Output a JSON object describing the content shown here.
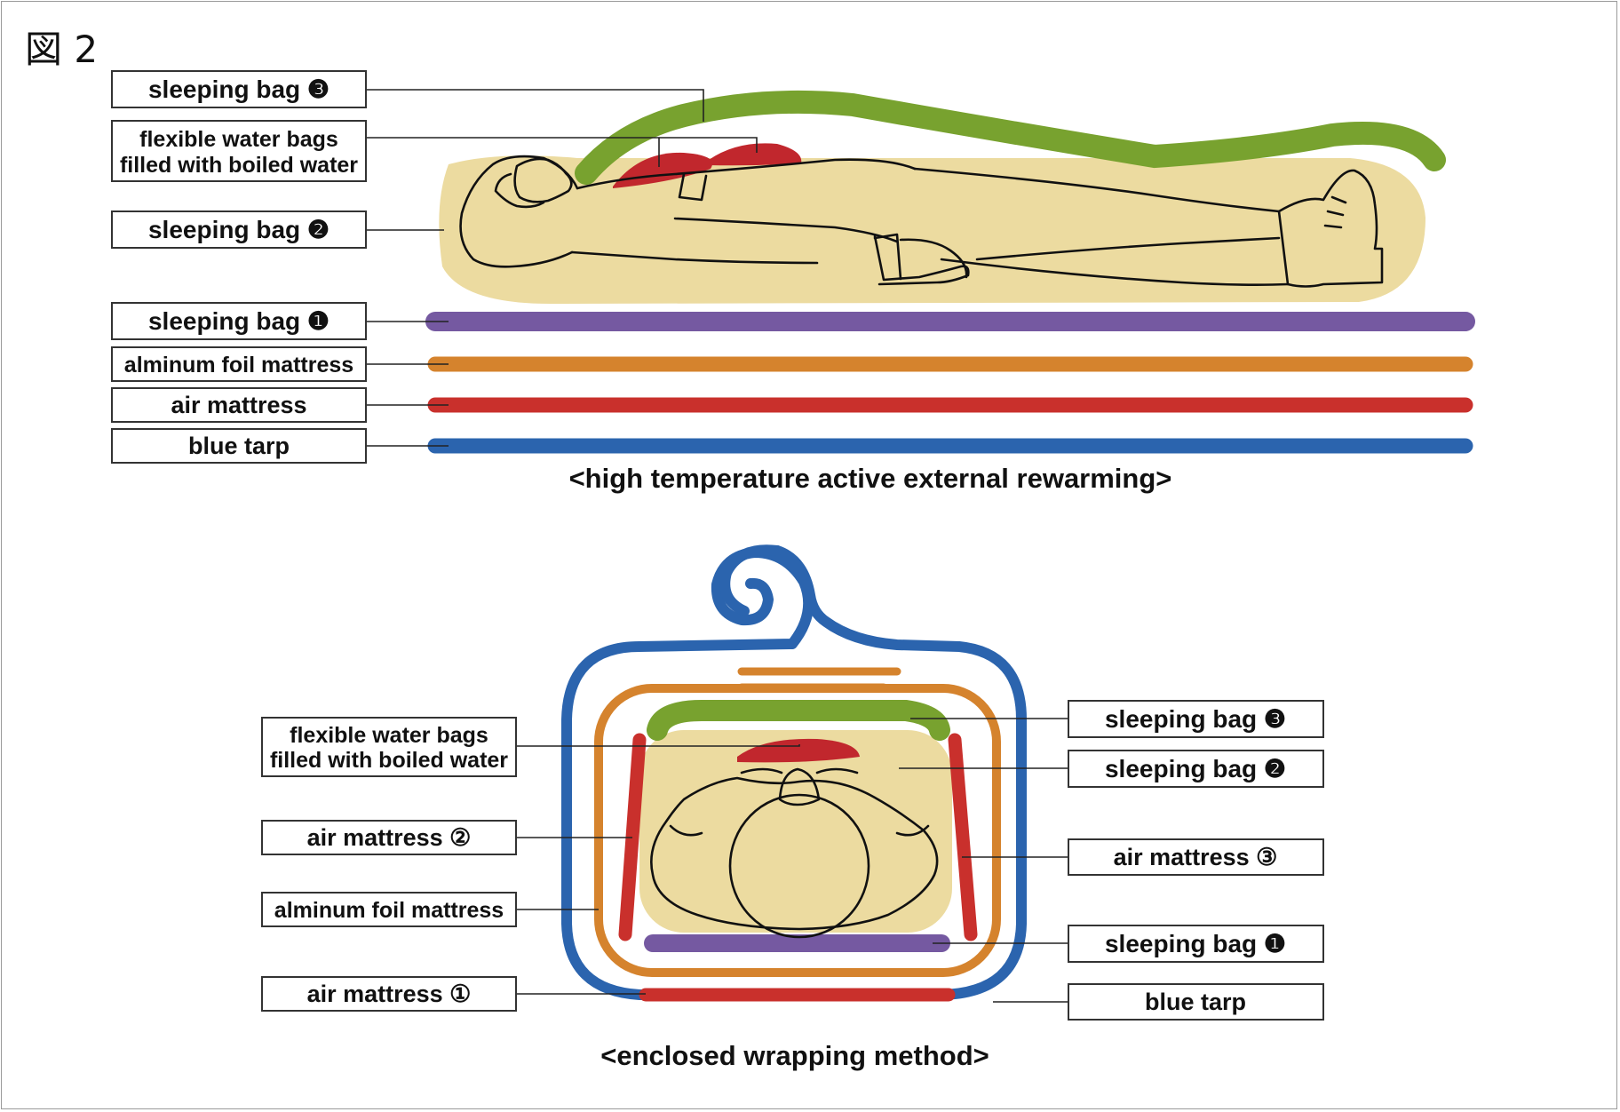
{
  "figure_label": "図 2",
  "colors": {
    "sleeping_bag_3": "#78a22f",
    "water_bags": "#c1272d",
    "sleeping_bag_2": "#ecdba0",
    "sleeping_bag_1": "#7559a1",
    "alminum_foil_mattress": "#d5832d",
    "air_mattress": "#c9302c",
    "blue_tarp": "#2b64ae"
  },
  "top_diagram": {
    "caption": "<high temperature active external rewarming>",
    "labels": {
      "sleeping_bag_3": "sleeping bag ❸",
      "water_bags_line1": "flexible water bags",
      "water_bags_line2": "filled with boiled water",
      "sleeping_bag_2": "sleeping bag ❷",
      "sleeping_bag_1": "sleeping bag ❶",
      "alminum_foil_mattress": "alminum foil mattress",
      "air_mattress": "air mattress",
      "blue_tarp": "blue tarp"
    }
  },
  "bottom_diagram": {
    "caption": "<enclosed wrapping method>",
    "labels": {
      "water_bags_line1": "flexible water bags",
      "water_bags_line2": "filled with boiled water",
      "air_mattress_2": "air mattress ②",
      "alminum_foil_mattress": "alminum foil mattress",
      "air_mattress_1": "air mattress ①",
      "sleeping_bag_3": "sleeping bag ❸",
      "sleeping_bag_2": "sleeping bag ❷",
      "air_mattress_3": "air mattress ③",
      "sleeping_bag_1": "sleeping bag ❶",
      "blue_tarp": "blue tarp"
    }
  }
}
